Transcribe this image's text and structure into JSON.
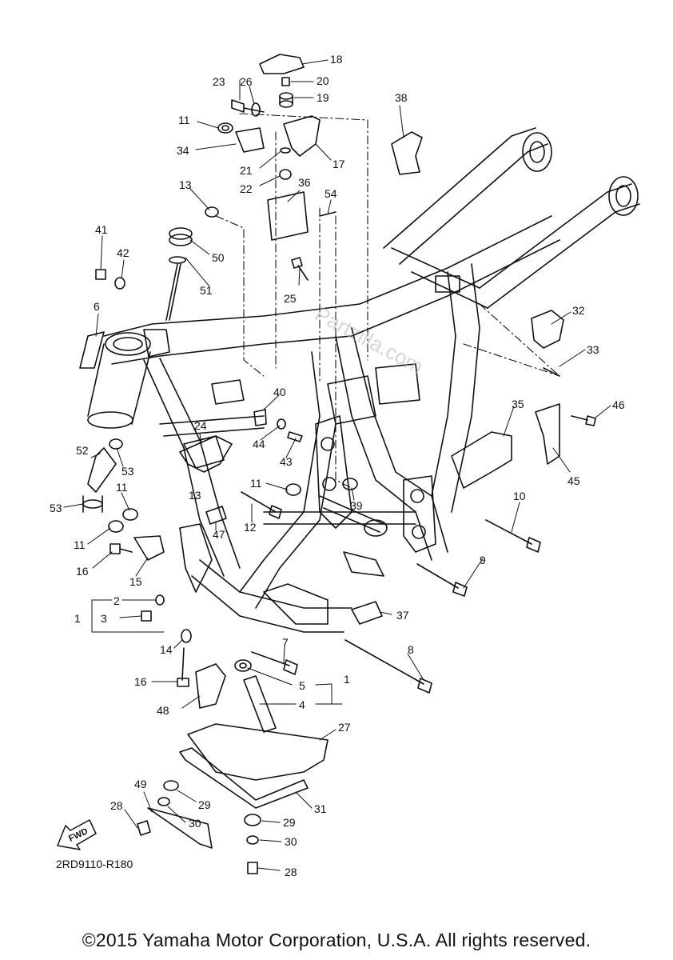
{
  "labels": {
    "l1a": "1",
    "l1b": "1",
    "l2": "2",
    "l3": "3",
    "l4": "4",
    "l5": "5",
    "l6": "6",
    "l7": "7",
    "l8": "8",
    "l9": "9",
    "l10": "10",
    "l11a": "11",
    "l11b": "11",
    "l11c": "11",
    "l11d": "11",
    "l12": "12",
    "l13a": "13",
    "l13b": "13",
    "l14": "14",
    "l15": "15",
    "l16a": "16",
    "l16b": "16",
    "l17": "17",
    "l18": "18",
    "l19": "19",
    "l20": "20",
    "l21": "21",
    "l22": "22",
    "l23": "23",
    "l24": "24",
    "l25": "25",
    "l26": "26",
    "l27": "27",
    "l28a": "28",
    "l28b": "28",
    "l29a": "29",
    "l29b": "29",
    "l30a": "30",
    "l30b": "30",
    "l31": "31",
    "l32": "32",
    "l33": "33",
    "l34": "34",
    "l35": "35",
    "l36": "36",
    "l37": "37",
    "l38": "38",
    "l39": "39",
    "l40": "40",
    "l41": "41",
    "l42": "42",
    "l43": "43",
    "l44": "44",
    "l45": "45",
    "l46": "46",
    "l47": "47",
    "l48": "48",
    "l49": "49",
    "l50": "50",
    "l51": "51",
    "l52": "52",
    "l53a": "53",
    "l53b": "53",
    "l54": "54"
  },
  "fwd_label": "FWD",
  "watermark": "Partzilla.com",
  "reference_code": "2RD9110-R180",
  "copyright": "©2015 Yamaha Motor Corporation, U.S.A. All rights reserved."
}
